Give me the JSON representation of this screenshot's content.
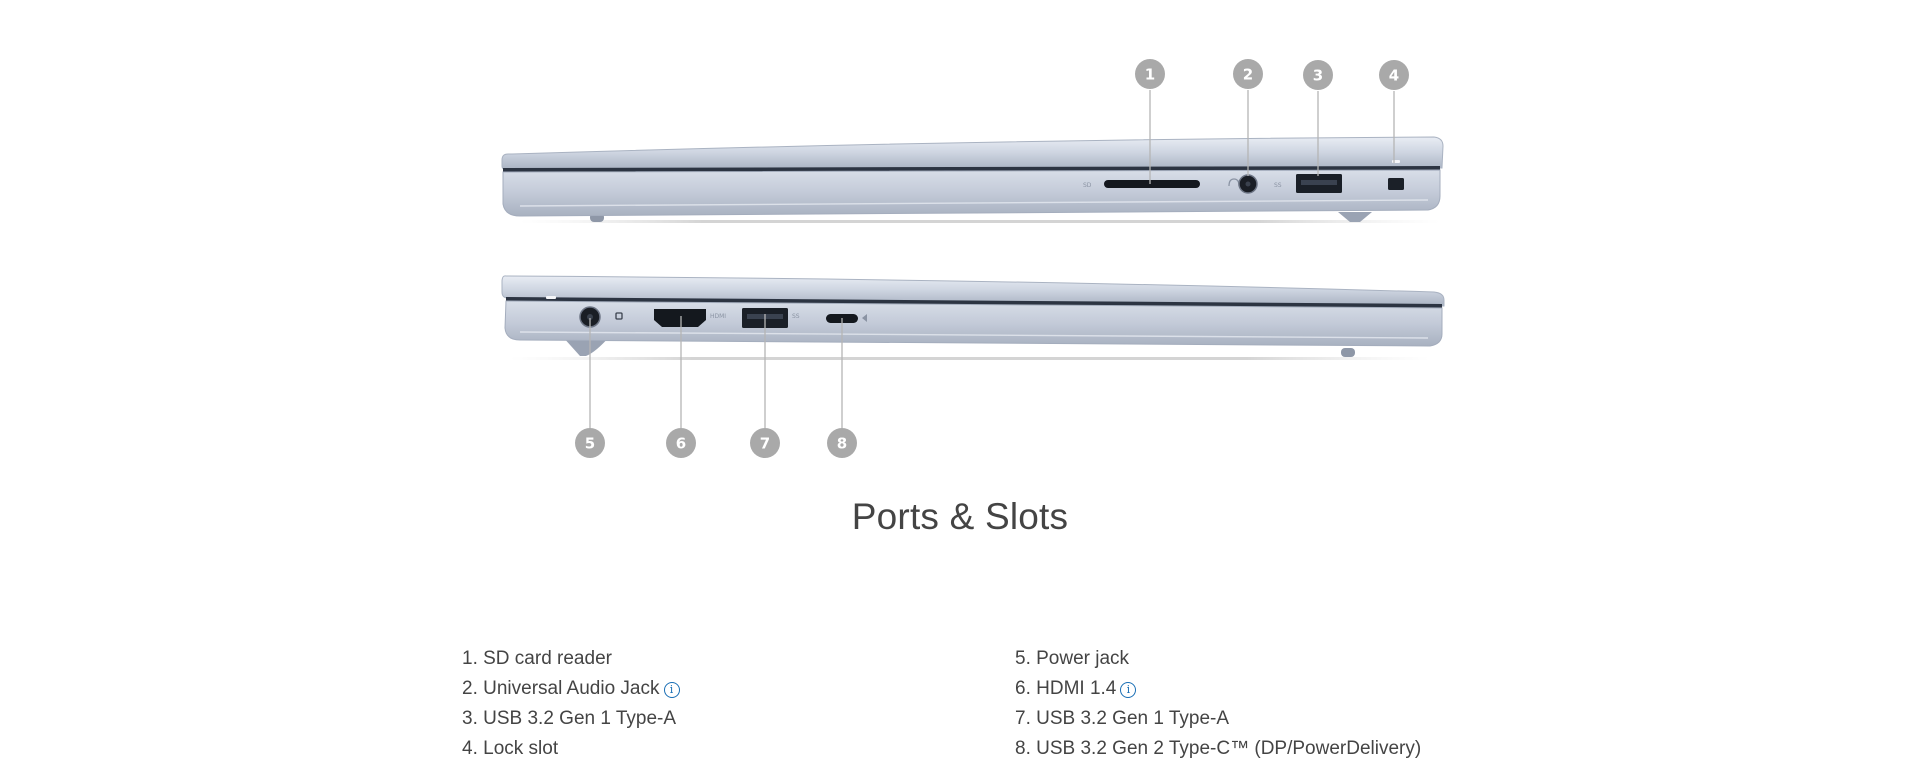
{
  "title": "Ports & Slots",
  "callouts": {
    "top": [
      "1",
      "2",
      "3",
      "4"
    ],
    "bottom": [
      "5",
      "6",
      "7",
      "8"
    ]
  },
  "ports_left": [
    {
      "label": "1. SD card reader",
      "info": false
    },
    {
      "label": "2. Universal Audio Jack",
      "info": true
    },
    {
      "label": "3. USB 3.2 Gen 1 Type-A",
      "info": false
    },
    {
      "label": "4. Lock slot",
      "info": false
    }
  ],
  "ports_right": [
    {
      "label": "5. Power jack",
      "info": false
    },
    {
      "label": "6. HDMI 1.4",
      "info": true
    },
    {
      "label": "7. USB 3.2 Gen 1 Type-A",
      "info": false
    },
    {
      "label": "8. USB 3.2 Gen 2 Type-C™ (DP/PowerDelivery)",
      "info": false
    }
  ],
  "port_marks": {
    "sd": "SD",
    "usb_top": "SS",
    "hdmi": "HDMI",
    "usb_bottom": "SS"
  },
  "icons": {
    "info": "info-icon",
    "headphone": "headphone-icon",
    "lock": "lock-slot-icon",
    "power": "power-jack-icon"
  },
  "colors": {
    "callout": "#a9a9a9",
    "leader": "#b5b5b5",
    "laptop_body": "#c7cfdd",
    "info": "#1a6fb5",
    "text": "#444444"
  }
}
